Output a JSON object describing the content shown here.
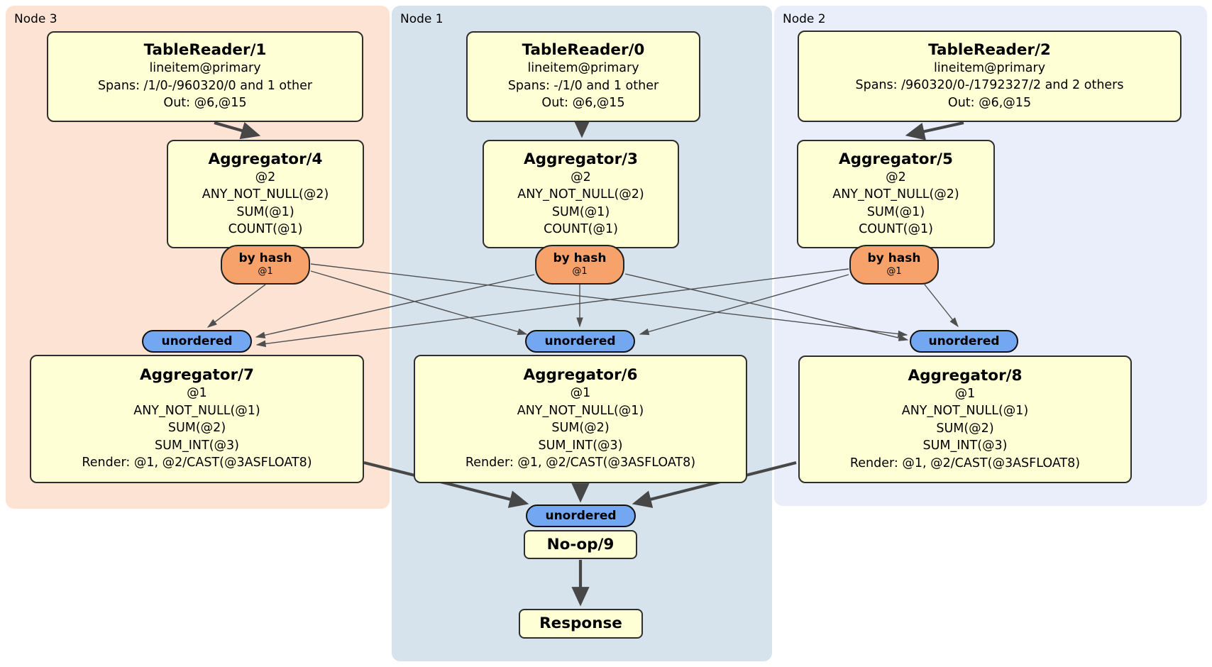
{
  "regions": {
    "node3": {
      "label": "Node 3"
    },
    "node1": {
      "label": "Node 1"
    },
    "node2": {
      "label": "Node 2"
    }
  },
  "processors": {
    "tr1": {
      "title": "TableReader/1",
      "lines": [
        "lineitem@primary",
        "Spans: /1/0-/960320/0 and 1 other",
        "Out: @6,@15"
      ]
    },
    "tr0": {
      "title": "TableReader/0",
      "lines": [
        "lineitem@primary",
        "Spans: -/1/0 and 1 other",
        "Out: @6,@15"
      ]
    },
    "tr2": {
      "title": "TableReader/2",
      "lines": [
        "lineitem@primary",
        "Spans: /960320/0-/1792327/2 and 2 others",
        "Out: @6,@15"
      ]
    },
    "agg4": {
      "title": "Aggregator/4",
      "lines": [
        "@2",
        "ANY_NOT_NULL(@2)",
        "SUM(@1)",
        "COUNT(@1)"
      ]
    },
    "agg3": {
      "title": "Aggregator/3",
      "lines": [
        "@2",
        "ANY_NOT_NULL(@2)",
        "SUM(@1)",
        "COUNT(@1)"
      ]
    },
    "agg5": {
      "title": "Aggregator/5",
      "lines": [
        "@2",
        "ANY_NOT_NULL(@2)",
        "SUM(@1)",
        "COUNT(@1)"
      ]
    },
    "agg7": {
      "title": "Aggregator/7",
      "lines": [
        "@1",
        "ANY_NOT_NULL(@1)",
        "SUM(@2)",
        "SUM_INT(@3)",
        "Render: @1, @2/CAST(@3ASFLOAT8)"
      ]
    },
    "agg6": {
      "title": "Aggregator/6",
      "lines": [
        "@1",
        "ANY_NOT_NULL(@1)",
        "SUM(@2)",
        "SUM_INT(@3)",
        "Render: @1, @2/CAST(@3ASFLOAT8)"
      ]
    },
    "agg8": {
      "title": "Aggregator/8",
      "lines": [
        "@1",
        "ANY_NOT_NULL(@1)",
        "SUM(@2)",
        "SUM_INT(@3)",
        "Render: @1, @2/CAST(@3ASFLOAT8)"
      ]
    },
    "noop": {
      "title": "No-op/9"
    },
    "response": {
      "title": "Response"
    }
  },
  "routers": {
    "byhash4": {
      "label": "by hash",
      "detail": "@1"
    },
    "byhash3": {
      "label": "by hash",
      "detail": "@1"
    },
    "byhash5": {
      "label": "by hash",
      "detail": "@1"
    }
  },
  "streams": {
    "unordered7": {
      "label": "unordered"
    },
    "unordered6": {
      "label": "unordered"
    },
    "unordered8": {
      "label": "unordered"
    },
    "unordered_final": {
      "label": "unordered"
    }
  },
  "colors": {
    "node3_bg": "#fce3d3",
    "node1_bg": "#d6e2ec",
    "node2_bg": "#e9eefa",
    "processor_fill": "#ffffd6",
    "router_fill": "#f8a26b",
    "stream_fill": "#74a7f2",
    "edge": "#474747"
  }
}
